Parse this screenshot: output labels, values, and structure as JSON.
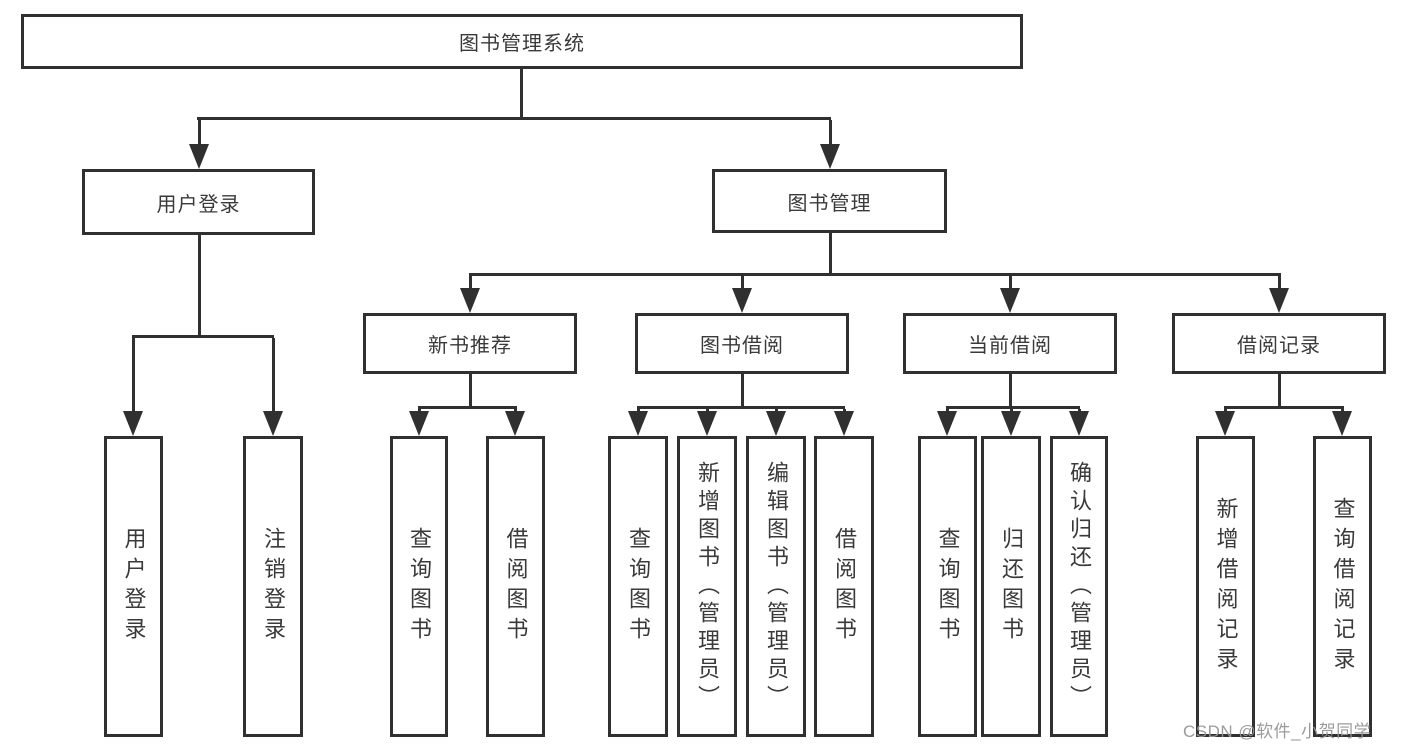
{
  "diagram": {
    "title": "图书管理系统",
    "nodes": {
      "root": {
        "label": "图书管理系统"
      },
      "user_login": {
        "label": "用户登录"
      },
      "book_mgmt": {
        "label": "图书管理"
      },
      "new_book_rec": {
        "label": "新书推荐"
      },
      "book_borrow": {
        "label": "图书借阅"
      },
      "current_borrow": {
        "label": "当前借阅"
      },
      "borrow_record": {
        "label": "借阅记录"
      },
      "leaf_user_login": {
        "label": "用户登录"
      },
      "leaf_logout": {
        "label": "注销登录"
      },
      "leaf_query_book_a": {
        "label": "查询图书"
      },
      "leaf_borrow_book_a": {
        "label": "借阅图书"
      },
      "leaf_query_book_b": {
        "label": "查询图书"
      },
      "leaf_add_book": {
        "label": "新增图书（管理员）"
      },
      "leaf_edit_book": {
        "label": "编辑图书（管理员）"
      },
      "leaf_borrow_book_b": {
        "label": "借阅图书"
      },
      "leaf_query_book_c": {
        "label": "查询图书"
      },
      "leaf_return_book": {
        "label": "归还图书"
      },
      "leaf_confirm_return": {
        "label": "确认归还（管理员）"
      },
      "leaf_add_record": {
        "label": "新增借阅记录"
      },
      "leaf_query_record": {
        "label": "查询借阅记录"
      }
    },
    "hierarchy": {
      "图书管理系统": {
        "用户登录": [
          "用户登录",
          "注销登录"
        ],
        "图书管理": {
          "新书推荐": [
            "查询图书",
            "借阅图书"
          ],
          "图书借阅": [
            "查询图书",
            "新增图书（管理员）",
            "编辑图书（管理员）",
            "借阅图书"
          ],
          "当前借阅": [
            "查询图书",
            "归还图书",
            "确认归还（管理员）"
          ],
          "借阅记录": [
            "新增借阅记录",
            "查询借阅记录"
          ]
        }
      }
    },
    "colors": {
      "line": "#303030",
      "box_fill": "#ffffff",
      "text": "#3a3a3a",
      "watermark": "#969696"
    }
  },
  "watermark": {
    "text": "CSDN @软件_小贺同学"
  }
}
